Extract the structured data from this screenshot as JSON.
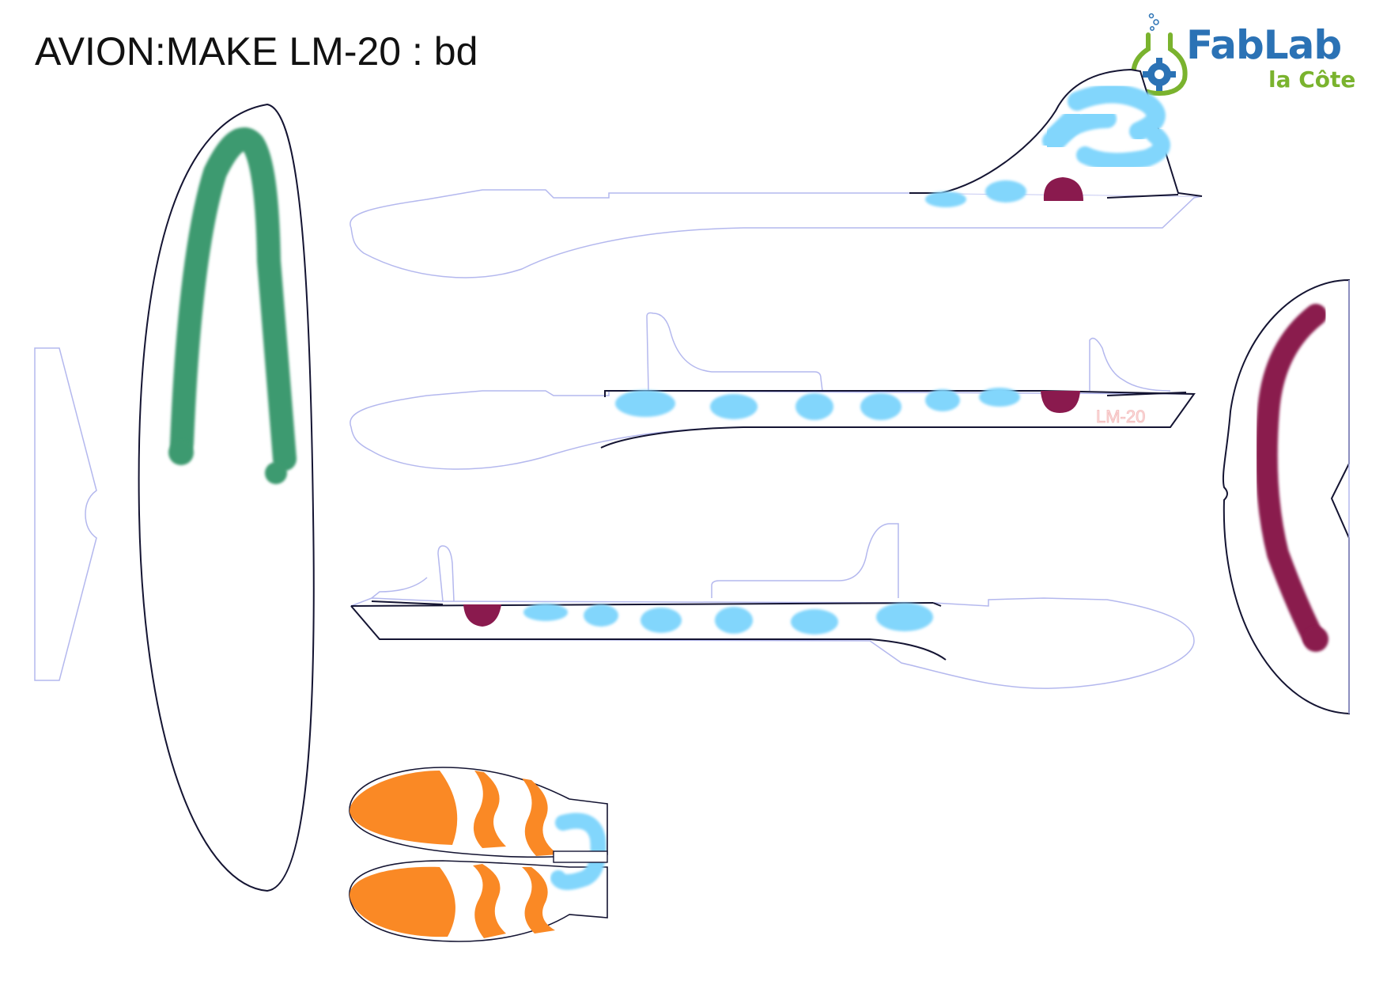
{
  "title": "AVION:MAKE LM-20 : bd",
  "logo": {
    "main": "FabLab",
    "sub": "la Côte"
  },
  "fuselage_mark": "LM-20",
  "colors": {
    "green": "#3e9a70",
    "blue": "#82d6fc",
    "maroon": "#8a1a4e",
    "orange": "#fa8925",
    "outline": "#141432",
    "cutline": "#b4b8ee",
    "logo_blue": "#2b72b5",
    "logo_green": "#7ab32e"
  }
}
